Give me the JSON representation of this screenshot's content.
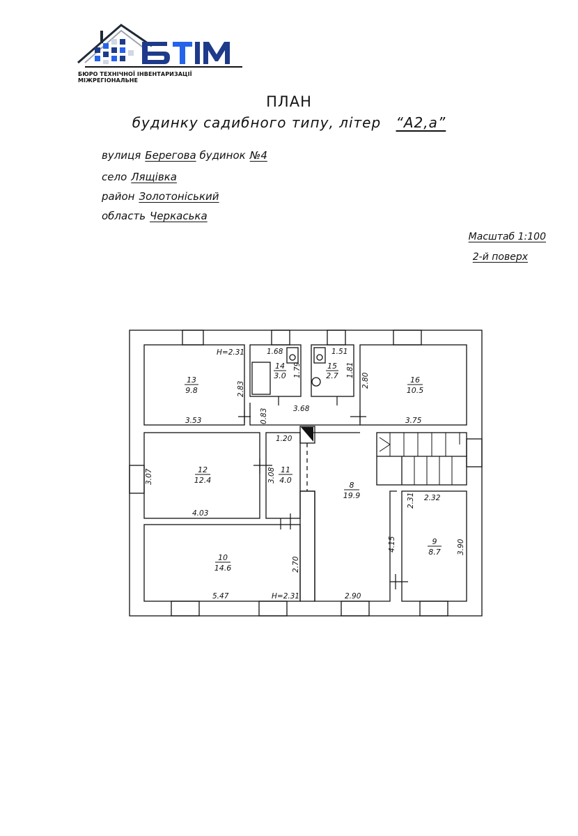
{
  "logo": {
    "brand": "БТІМ",
    "subtitle": "БЮРО ТЕХНІЧНОЇ ІНВЕНТАРИЗАЦІЇ МІЖРЕГІОНАЛЬНЕ",
    "colors": {
      "navy": "#1e3a8a",
      "blue": "#2563eb",
      "light": "#cfd8e3"
    }
  },
  "header": {
    "title": "ПЛАН",
    "subtitle_prefix": "будинку садибного типу, літер",
    "subtitle_letter": "“А2,а”"
  },
  "address": {
    "street_label": "вулиця",
    "street": "Берегова",
    "house_label": "будинок",
    "house": "№4",
    "village_label": "село",
    "village": "Лящівка",
    "district_label": "район",
    "district": "Золотоніський",
    "region_label": "область",
    "region": "Черкаська"
  },
  "scale_text": "Масштаб 1:100",
  "floor_text": "2-й поверх",
  "plan": {
    "rooms": [
      {
        "number": "13",
        "area": "9.8"
      },
      {
        "number": "14",
        "area": "3.0"
      },
      {
        "number": "15",
        "area": "2.7"
      },
      {
        "number": "16",
        "area": "10.5"
      },
      {
        "number": "12",
        "area": "12.4"
      },
      {
        "number": "11",
        "area": "4.0"
      },
      {
        "number": "8",
        "area": "19.9"
      },
      {
        "number": "9",
        "area": "8.7"
      },
      {
        "number": "10",
        "area": "14.6"
      }
    ],
    "dimensions": [
      "H=2.31",
      "1.68",
      "1.79",
      "1.51",
      "1.81",
      "2.83",
      "2.80",
      "3.53",
      "0.83",
      "3.68",
      "3.75",
      "1.20",
      "3.07",
      "3.08",
      "4.03",
      "2.31",
      "2.32",
      "4.15",
      "3.90",
      "2.70",
      "5.47",
      "H=2.31",
      "2.90"
    ]
  }
}
